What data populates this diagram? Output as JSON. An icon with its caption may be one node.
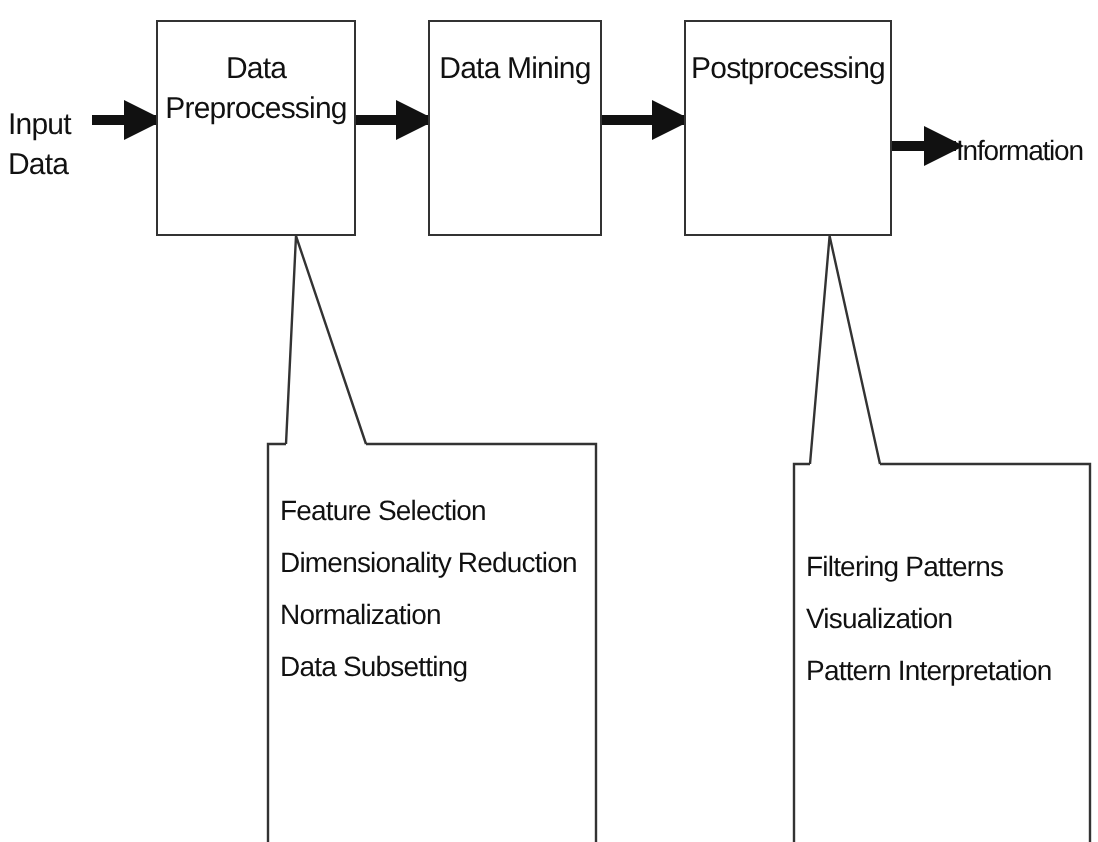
{
  "diagram": {
    "nodes": [
      {
        "text": [
          "Input Data"
        ]
      },
      {
        "text": [
          "Data Preprocessing"
        ]
      },
      {
        "text": [
          "Data Mining"
        ]
      },
      {
        "text": [
          "Postprocessing"
        ]
      },
      {
        "text": [
          "Information"
        ]
      },
      {
        "text": [
          "Feature Selection",
          "Dimensionality Reduction",
          "Normalization",
          "Data Subsetting"
        ]
      },
      {
        "text": [
          "Filtering Patterns",
          "Visualization",
          "Pattern Interpretation"
        ]
      }
    ],
    "edges": [
      {
        "from": 0,
        "to": 1,
        "arrow": "to"
      },
      {
        "from": 1,
        "to": 2,
        "arrow": "to"
      },
      {
        "from": 2,
        "to": 3,
        "arrow": "to"
      },
      {
        "from": 3,
        "to": 4,
        "arrow": "to"
      },
      {
        "from": 5,
        "to": 1,
        "arrow": "none"
      },
      {
        "from": 6,
        "to": 3,
        "arrow": "none"
      }
    ]
  }
}
